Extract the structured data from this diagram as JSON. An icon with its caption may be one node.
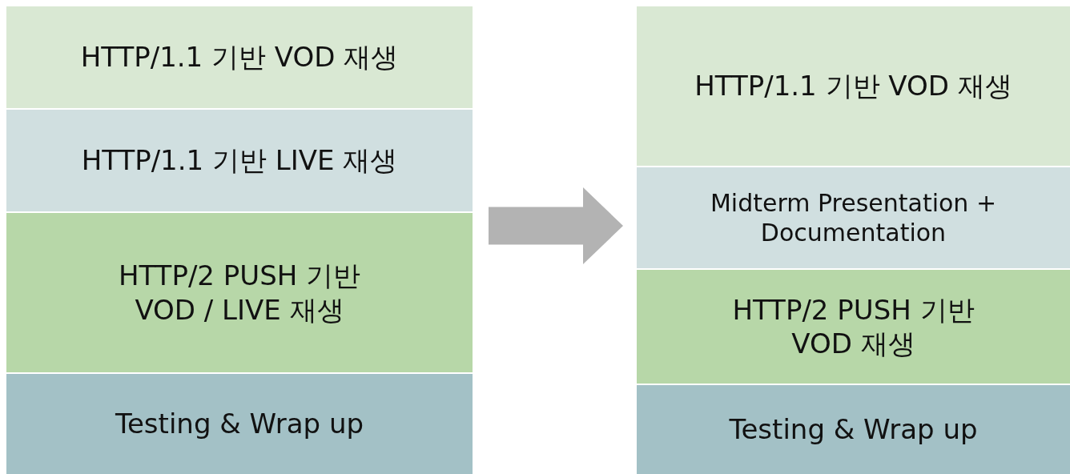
{
  "diagram": {
    "nodes": [
      {
        "text": [],
        "shape": "box"
      },
      {
        "text": [
          "HTTP/1.1 기반 VOD 재생"
        ],
        "in": 0
      },
      {
        "text": [
          "HTTP/1.1 기반 LIVE 재생"
        ],
        "in": 0
      },
      {
        "text": [
          "HTTP/2 PUSH 기반 VOD / LIVE 재생"
        ],
        "in": 0
      },
      {
        "text": [
          "Testing & Wrap up"
        ],
        "in": 0
      },
      {
        "text": [],
        "shape": "box"
      },
      {
        "text": [
          "HTTP/1.1 기반 VOD 재생"
        ],
        "in": 5
      },
      {
        "text": [
          "Midterm Presentation + Documentation"
        ],
        "in": 5
      },
      {
        "text": [
          "HTTP/2 PUSH 기반 VOD 재생"
        ],
        "in": 5
      },
      {
        "text": [
          "Testing & Wrap up"
        ],
        "in": 5
      }
    ],
    "edges": [
      {
        "from": 0,
        "to": 5,
        "arrow": "to"
      }
    ]
  }
}
